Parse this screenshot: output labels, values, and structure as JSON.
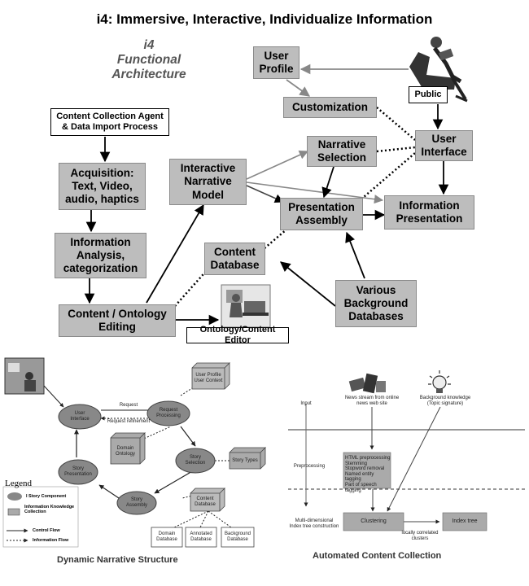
{
  "title": "i4: Immersive, Interactive, Individualize Information",
  "subtitle": {
    "line1": "i4",
    "line2": "Functional",
    "line3": "Architecture"
  },
  "top": {
    "user_profile": {
      "line1": "User",
      "line2": "Profile"
    },
    "customization": "Customization",
    "public": "Public",
    "user_interface": {
      "line1": "User",
      "line2": "Interface"
    },
    "content_collection": {
      "line1": "Content Collection Agent",
      "line2": "& Data Import Process"
    },
    "acquisition": {
      "line1": "Acquisition:",
      "line2": "Text, Video,",
      "line3": "audio, haptics"
    },
    "narrative_model": {
      "line1": "Interactive",
      "line2": "Narrative",
      "line3": "Model"
    },
    "narrative_selection": {
      "line1": "Narrative",
      "line2": "Selection"
    },
    "presentation_assembly": {
      "line1": "Presentation",
      "line2": "Assembly"
    },
    "information_presentation": {
      "line1": "Information",
      "line2": "Presentation"
    },
    "information_analysis": {
      "line1": "Information",
      "line2": "Analysis,",
      "line3": "categorization"
    },
    "content_database": {
      "line1": "Content",
      "line2": "Database"
    },
    "background_databases": {
      "line1": "Various",
      "line2": "Background",
      "line3": "Databases"
    },
    "ontology_editing": {
      "line1": "Content / Ontology",
      "line2": "Editing"
    },
    "ontology_editor": "Ontology/Content Editor"
  },
  "left_diagram": {
    "caption": "Dynamic Narrative Structure",
    "user_interface": {
      "line1": "User",
      "line2": "Interface"
    },
    "request_processing": {
      "line1": "Request",
      "line2": "Processing"
    },
    "user_profile": {
      "line1": "User Profile",
      "line2": "User Context"
    },
    "domain_ontology": {
      "line1": "Domain",
      "line2": "Ontology"
    },
    "story_selection": {
      "line1": "Story",
      "line2": "Selection"
    },
    "story_types": "Story Types",
    "story_presentation": {
      "line1": "Story",
      "line2": "Presentation"
    },
    "story_assembly": {
      "line1": "Story",
      "line2": "Assembly"
    },
    "content_database": {
      "line1": "Content",
      "line2": "Database"
    },
    "domain_database": {
      "line1": "Domain",
      "line2": "Database"
    },
    "annotated_database": {
      "line1": "Annotated",
      "line2": "Database"
    },
    "background_database": {
      "line1": "Background",
      "line2": "Database"
    },
    "request_label": "Request",
    "request_refinement": "Request refinement",
    "legend": {
      "title": "Legend",
      "items": [
        "I Story Component",
        "Information Knowledge Collection",
        "Control Flow",
        "Information Flow"
      ]
    }
  },
  "right_diagram": {
    "caption": "Automated Content Collection",
    "input": "Input",
    "preprocessing": "Preprocessing",
    "indexing": {
      "line1": "Multi-dimensional",
      "line2": "Index tree construction"
    },
    "news_stream": {
      "line1": "News stream from online",
      "line2": "news web site"
    },
    "background_knowledge": {
      "line1": "Background knowledge",
      "line2": "(Topic signature)"
    },
    "steps": [
      "HTML preprocessing",
      "Stemming",
      "Stopword removal",
      "Named entity tagging",
      "Part of speech tagging"
    ],
    "clustering": "Clustering",
    "index_tree": "Index tree",
    "locally_correlated": {
      "line1": "locally correlated",
      "line2": "clusters"
    }
  }
}
